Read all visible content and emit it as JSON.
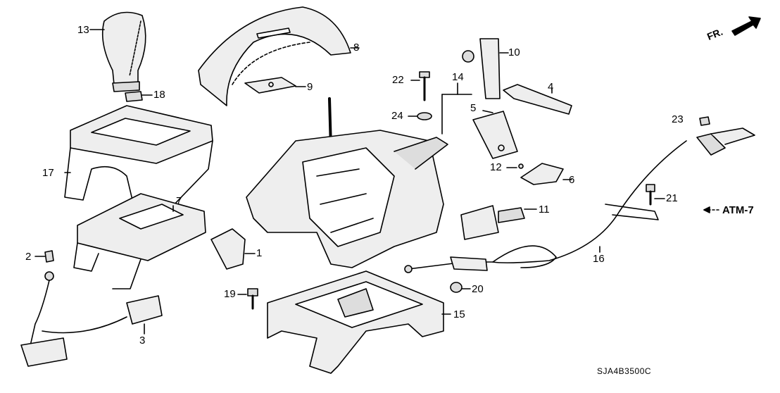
{
  "diagram": {
    "callouts": [
      "1",
      "2",
      "3",
      "4",
      "5",
      "6",
      "7",
      "8",
      "9",
      "10",
      "11",
      "12",
      "13",
      "14",
      "15",
      "16",
      "17",
      "18",
      "19",
      "20",
      "21",
      "22",
      "23",
      "24"
    ],
    "reference_label": "ATM-7",
    "direction_label": "FR.",
    "diagram_code": "SJA4B3500C"
  }
}
